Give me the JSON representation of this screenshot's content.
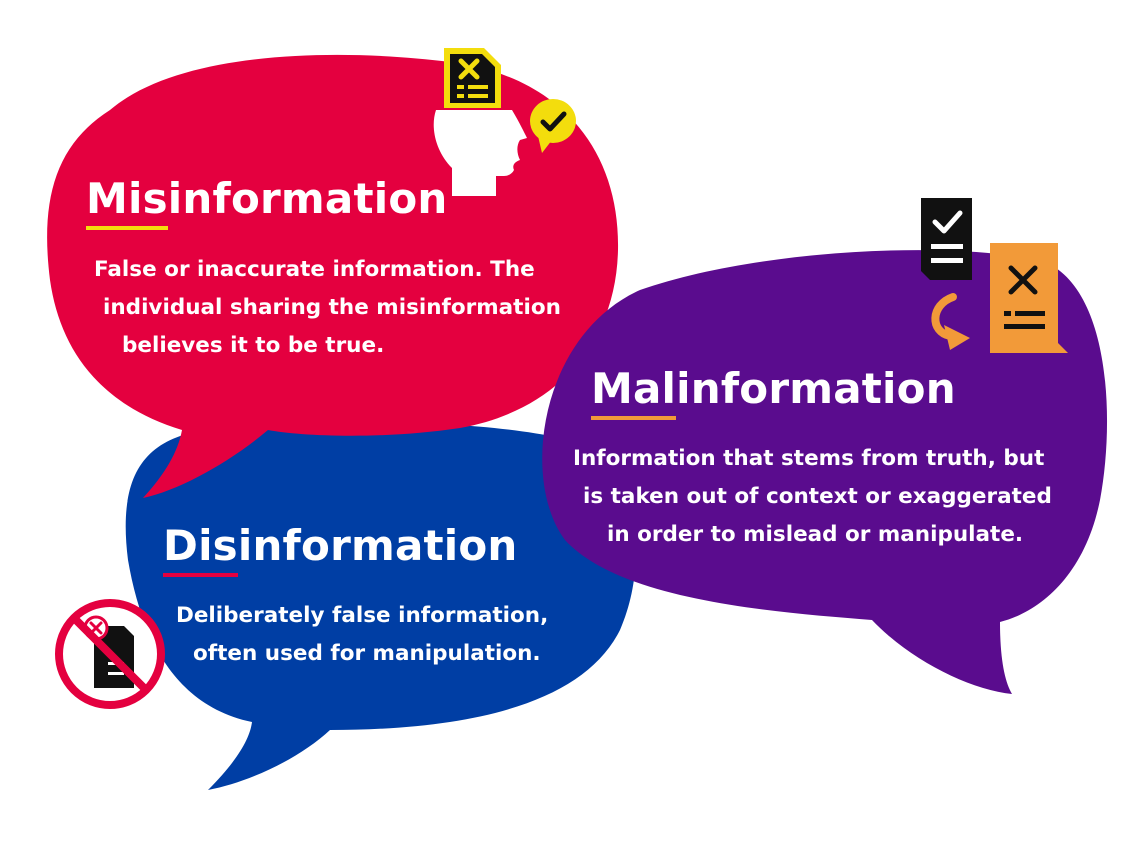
{
  "colors": {
    "misinformation": "#e4003f",
    "disinformation": "#003ea4",
    "malinformation": "#5a0c8e",
    "accent_yellow": "#f3dd0d",
    "accent_orange": "#f29a39",
    "accent_red_ring": "#e4003f"
  },
  "misinformation": {
    "title_prefix": "Mis",
    "title_rest": "information",
    "lines": [
      "False or inaccurate information. The",
      "individual sharing the misinformation",
      "believes it to be true."
    ],
    "icons": [
      "head-speaking-icon",
      "false-document-icon",
      "check-speech-bubble-icon"
    ]
  },
  "disinformation": {
    "title_prefix": "Dis",
    "title_rest": "information",
    "lines": [
      "Deliberately false information,",
      "often used for manipulation."
    ],
    "icons": [
      "prohibited-document-icon"
    ]
  },
  "malinformation": {
    "title_prefix": "Mal",
    "title_rest": "information",
    "lines": [
      "Information that stems from truth, but",
      "is taken out of context or exaggerated",
      "in order to mislead or manipulate."
    ],
    "icons": [
      "true-document-icon",
      "curved-arrow-icon",
      "false-document-orange-icon"
    ]
  }
}
